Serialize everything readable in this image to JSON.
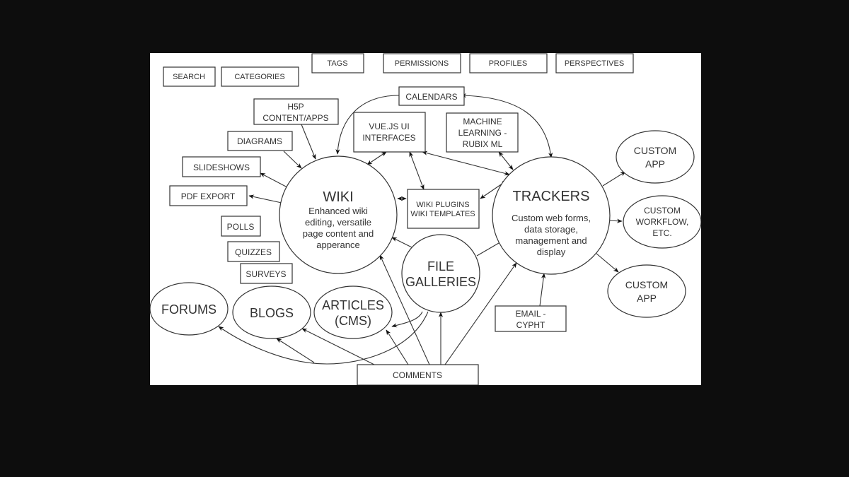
{
  "diagram": {
    "title": "Tiki feature map",
    "top_boxes": [
      {
        "id": "search",
        "label": "SEARCH"
      },
      {
        "id": "categories",
        "label": "CATEGORIES"
      },
      {
        "id": "tags",
        "label": "TAGS"
      },
      {
        "id": "permissions",
        "label": "PERMISSIONS"
      },
      {
        "id": "profiles",
        "label": "PROFILES"
      },
      {
        "id": "perspectives",
        "label": "PERSPECTIVES"
      }
    ],
    "nodes": {
      "calendars": {
        "lines": [
          "CALENDARS"
        ]
      },
      "h5p": {
        "lines": [
          "H5P",
          "CONTENT/APPS"
        ]
      },
      "vuejs": {
        "lines": [
          "VUE.JS UI",
          "INTERFACES"
        ]
      },
      "ml": {
        "lines": [
          "MACHINE",
          "LEARNING -",
          "RUBIX ML"
        ]
      },
      "diagrams": {
        "lines": [
          "DIAGRAMS"
        ]
      },
      "slideshows": {
        "lines": [
          "SLIDESHOWS"
        ]
      },
      "pdf": {
        "lines": [
          "PDF EXPORT"
        ]
      },
      "polls": {
        "lines": [
          "POLLS"
        ]
      },
      "quizzes": {
        "lines": [
          "QUIZZES"
        ]
      },
      "surveys": {
        "lines": [
          "SURVEYS"
        ]
      },
      "wiki": {
        "title": "WIKI",
        "lines": [
          "Enhanced wiki",
          "editing, versatile",
          "page content and",
          "apperance"
        ]
      },
      "plugins": {
        "lines": [
          "WIKI PLUGINS",
          "WIKI TEMPLATES"
        ]
      },
      "trackers": {
        "title": "TRACKERS",
        "lines": [
          "Custom web forms,",
          "data storage,",
          "management and",
          "display"
        ]
      },
      "custom_app_1": {
        "lines": [
          "CUSTOM",
          "APP"
        ]
      },
      "custom_workflow": {
        "lines": [
          "CUSTOM",
          "WORKFLOW,",
          "ETC."
        ]
      },
      "custom_app_2": {
        "lines": [
          "CUSTOM",
          "APP"
        ]
      },
      "file_galleries": {
        "lines": [
          "FILE",
          "GALLERIES"
        ]
      },
      "forums": {
        "lines": [
          "FORUMS"
        ]
      },
      "blogs": {
        "lines": [
          "BLOGS"
        ]
      },
      "articles": {
        "lines": [
          "ARTICLES",
          "(CMS)"
        ]
      },
      "email": {
        "lines": [
          "EMAIL -",
          "CYPHT"
        ]
      },
      "comments": {
        "lines": [
          "COMMENTS"
        ]
      }
    },
    "edges": [
      {
        "from": "calendars",
        "to": "wiki",
        "dir": "forward"
      },
      {
        "from": "trackers",
        "to": "calendars",
        "dir": "both"
      },
      {
        "from": "h5p",
        "to": "wiki",
        "dir": "forward"
      },
      {
        "from": "diagrams",
        "to": "wiki",
        "dir": "forward"
      },
      {
        "from": "wiki",
        "to": "slideshows",
        "dir": "forward"
      },
      {
        "from": "wiki",
        "to": "pdf",
        "dir": "forward"
      },
      {
        "from": "vuejs",
        "to": "wiki",
        "dir": "both"
      },
      {
        "from": "vuejs",
        "to": "plugins",
        "dir": "both"
      },
      {
        "from": "vuejs",
        "to": "trackers",
        "dir": "both"
      },
      {
        "from": "ml",
        "to": "trackers",
        "dir": "both"
      },
      {
        "from": "plugins",
        "to": "trackers",
        "dir": "both"
      },
      {
        "from": "wiki",
        "to": "plugins",
        "dir": "both"
      },
      {
        "from": "trackers",
        "to": "custom_app_1",
        "dir": "forward"
      },
      {
        "from": "trackers",
        "to": "custom_workflow",
        "dir": "forward"
      },
      {
        "from": "trackers",
        "to": "custom_app_2",
        "dir": "forward"
      },
      {
        "from": "file_galleries",
        "to": "wiki",
        "dir": "forward"
      },
      {
        "from": "file_galleries",
        "to": "trackers",
        "dir": "forward"
      },
      {
        "from": "file_galleries",
        "to": "articles",
        "dir": "forward"
      },
      {
        "from": "file_galleries",
        "to": "forums",
        "dir": "forward"
      },
      {
        "from": "email",
        "to": "trackers",
        "dir": "forward"
      },
      {
        "from": "comments",
        "to": "blogs",
        "dir": "forward"
      },
      {
        "from": "comments",
        "to": "articles",
        "dir": "forward"
      },
      {
        "from": "comments",
        "to": "wiki",
        "dir": "forward"
      },
      {
        "from": "comments",
        "to": "file_galleries",
        "dir": "forward"
      },
      {
        "from": "comments",
        "to": "trackers",
        "dir": "forward"
      }
    ]
  }
}
